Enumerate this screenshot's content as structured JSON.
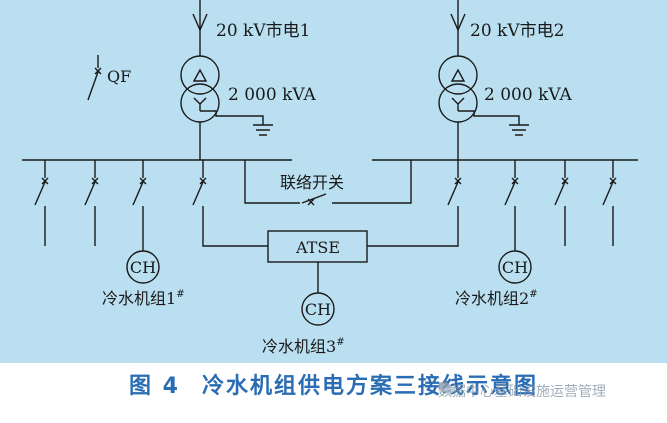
{
  "colors": {
    "background": "#b9dff0",
    "line": "#1a1a1a",
    "caption": "#2a6db4",
    "watermark": "#8a9aa8"
  },
  "diagram": {
    "feeds": [
      {
        "label": "20 kV市电1",
        "transformer_rating": "2 000 kVA"
      },
      {
        "label": "20 kV市电2",
        "transformer_rating": "2 000 kVA"
      }
    ],
    "breaker_legend": "QF",
    "tie_switch_label": "联络开关",
    "atse_label": "ATSE",
    "chiller_symbol": "CH",
    "chillers": [
      {
        "label": "冷水机组1",
        "mark": "#"
      },
      {
        "label": "冷水机组2",
        "mark": "#"
      },
      {
        "label": "冷水机组3",
        "mark": "#"
      }
    ]
  },
  "caption": {
    "figure_number": "图 4",
    "title": "冷水机组供电方案三接线示意图"
  },
  "watermark": {
    "text": "数据中心基础设施运营管理",
    "icon": "wechat-icon"
  }
}
